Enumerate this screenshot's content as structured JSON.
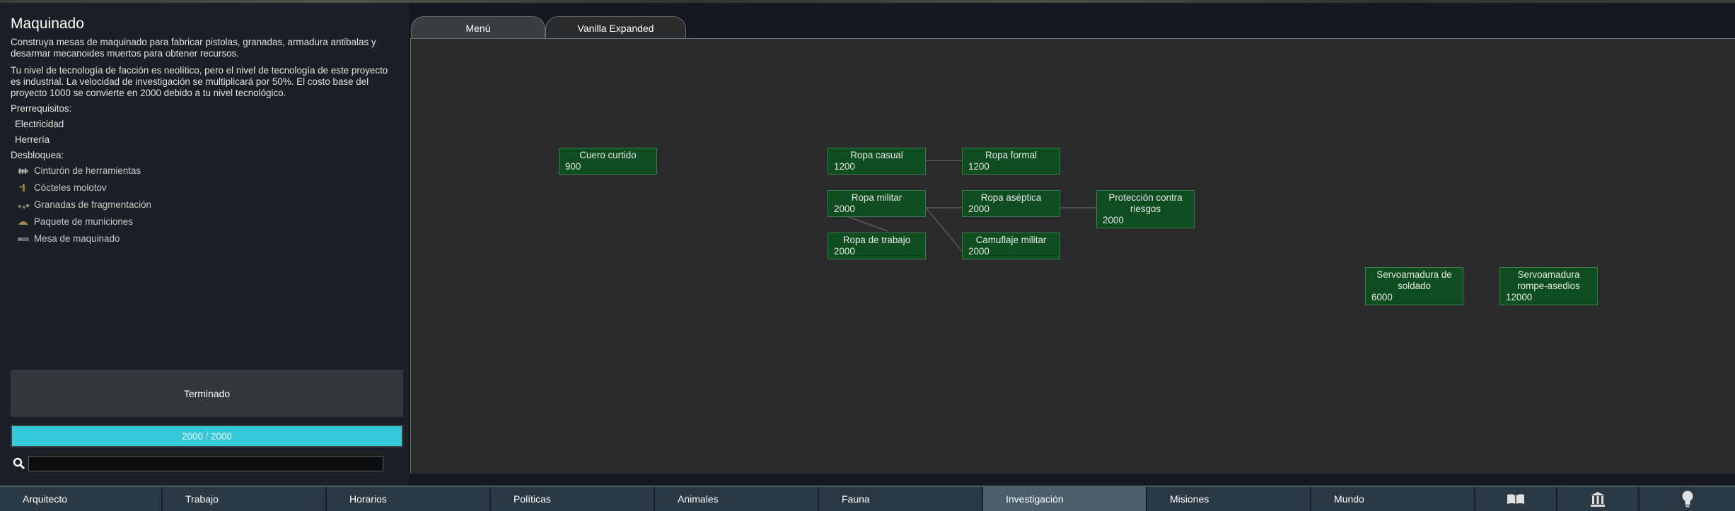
{
  "project": {
    "title": "Maquinado",
    "description": "Construya mesas de maquinado para fabricar pistolas, granadas, armadura antibalas y desarmar mecanoides muertos para obtener recursos.",
    "tech_note": "Tu nivel de tecnología de facción es neolítico, pero el nivel de tecnología de este proyecto es industrial. La velocidad de investigación se multiplicará por 50%. El costo base del proyecto 1000 se convierte en 2000 debido a tu nivel tecnológico.",
    "prereq_label": "Prerrequisitos:",
    "prerequisites": [
      "Electricidad",
      "Herrería"
    ],
    "unlocks_label": "Desbloquea:",
    "unlocks": [
      {
        "label": "Cinturón de herramientas",
        "icon": "tool-belt-icon"
      },
      {
        "label": "Cócteles molotov",
        "icon": "molotov-icon"
      },
      {
        "label": "Granadas de fragmentación",
        "icon": "frag-grenade-icon"
      },
      {
        "label": "Paquete de municiones",
        "icon": "ammo-pack-icon"
      },
      {
        "label": "Mesa de maquinado",
        "icon": "machining-table-icon"
      }
    ],
    "status_button": "Terminado",
    "progress_text": "2000 / 2000",
    "progress_fraction": 1.0,
    "search_value": ""
  },
  "tabs": [
    {
      "label": "Menú",
      "active": false
    },
    {
      "label": "Vanilla Expanded",
      "active": true
    }
  ],
  "nodes": [
    {
      "name": "Cuero curtido",
      "cost": "900"
    },
    {
      "name": "Ropa casual",
      "cost": "1200"
    },
    {
      "name": "Ropa formal",
      "cost": "1200"
    },
    {
      "name": "Ropa militar",
      "cost": "2000"
    },
    {
      "name": "Ropa aséptica",
      "cost": "2000"
    },
    {
      "name": "Protección contra riesgos",
      "cost": "2000"
    },
    {
      "name": "Ropa de trabajo",
      "cost": "2000"
    },
    {
      "name": "Camuflaje militar",
      "cost": "2000"
    },
    {
      "name": "Servoamadura de soldado",
      "cost": "6000"
    },
    {
      "name": "Servoamadura rompe-asedios",
      "cost": "12000"
    }
  ],
  "bottom_tabs": [
    "Arquitecto",
    "Trabajo",
    "Horarios",
    "Políticas",
    "Animales",
    "Fauna",
    "Investigación",
    "Misiones",
    "Mundo"
  ],
  "active_bottom_tab": "Investigación",
  "bottom_icons": [
    "book-icon",
    "pillar-icon",
    "lightbulb-icon"
  ],
  "colors": {
    "node_fill": "#0e4d1f",
    "progress_fill": "#33c9d9",
    "active_tab": "#4a5f6c"
  }
}
